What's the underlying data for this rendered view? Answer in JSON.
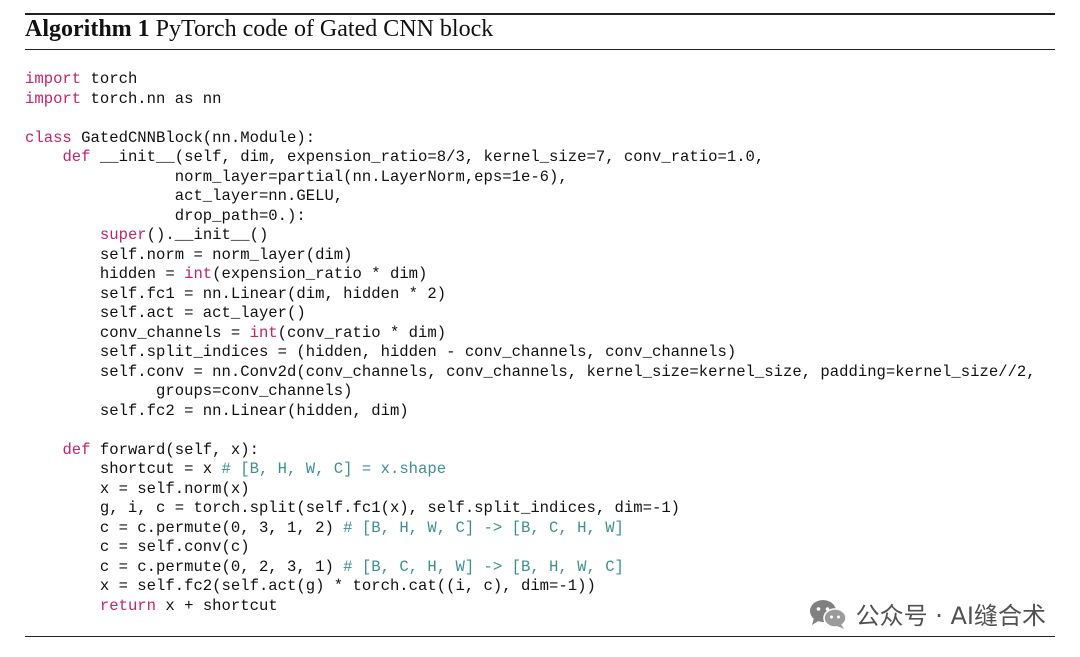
{
  "algorithm": {
    "label": "Algorithm 1",
    "title": "PyTorch code of Gated CNN block"
  },
  "code_lines": [
    [
      {
        "t": "import",
        "k": "kw"
      },
      {
        "t": " torch"
      }
    ],
    [
      {
        "t": "import",
        "k": "kw"
      },
      {
        "t": " torch.nn as nn"
      }
    ],
    [],
    [
      {
        "t": "class",
        "k": "kw"
      },
      {
        "t": " GatedCNNBlock(nn.Module):"
      }
    ],
    [
      {
        "t": "    "
      },
      {
        "t": "def",
        "k": "kw"
      },
      {
        "t": " __init__(self, dim, expension_ratio=8/3, kernel_size=7, conv_ratio=1.0,"
      }
    ],
    [
      {
        "t": "                norm_layer=partial(nn.LayerNorm,eps=1e-6),"
      }
    ],
    [
      {
        "t": "                act_layer=nn.GELU,"
      }
    ],
    [
      {
        "t": "                drop_path=0.):"
      }
    ],
    [
      {
        "t": "        "
      },
      {
        "t": "super",
        "k": "kw"
      },
      {
        "t": "().__init__()"
      }
    ],
    [
      {
        "t": "        self.norm = norm_layer(dim)"
      }
    ],
    [
      {
        "t": "        hidden = "
      },
      {
        "t": "int",
        "k": "kw"
      },
      {
        "t": "(expension_ratio * dim)"
      }
    ],
    [
      {
        "t": "        self.fc1 = nn.Linear(dim, hidden * 2)"
      }
    ],
    [
      {
        "t": "        self.act = act_layer()"
      }
    ],
    [
      {
        "t": "        conv_channels = "
      },
      {
        "t": "int",
        "k": "kw"
      },
      {
        "t": "(conv_ratio * dim)"
      }
    ],
    [
      {
        "t": "        self.split_indices = (hidden, hidden - conv_channels, conv_channels)"
      }
    ],
    [
      {
        "t": "        self.conv = nn.Conv2d(conv_channels, conv_channels, kernel_size=kernel_size, padding=kernel_size//2,"
      }
    ],
    [
      {
        "t": "              groups=conv_channels)"
      }
    ],
    [
      {
        "t": "        self.fc2 = nn.Linear(hidden, dim)"
      }
    ],
    [],
    [
      {
        "t": "    "
      },
      {
        "t": "def",
        "k": "kw"
      },
      {
        "t": " forward(self, x):"
      }
    ],
    [
      {
        "t": "        shortcut = x "
      },
      {
        "t": "# [B, H, W, C] = x.shape",
        "k": "cm"
      }
    ],
    [
      {
        "t": "        x = self.norm(x)"
      }
    ],
    [
      {
        "t": "        g, i, c = torch.split(self.fc1(x), self.split_indices, dim=-1)"
      }
    ],
    [
      {
        "t": "        c = c.permute(0, 3, 1, 2) "
      },
      {
        "t": "# [B, H, W, C] -> [B, C, H, W]",
        "k": "cm"
      }
    ],
    [
      {
        "t": "        c = self.conv(c)"
      }
    ],
    [
      {
        "t": "        c = c.permute(0, 2, 3, 1) "
      },
      {
        "t": "# [B, C, H, W] -> [B, H, W, C]",
        "k": "cm"
      }
    ],
    [
      {
        "t": "        x = self.fc2(self.act(g) * torch.cat((i, c), dim=-1))"
      }
    ],
    [
      {
        "t": "        "
      },
      {
        "t": "return",
        "k": "kw"
      },
      {
        "t": " x + shortcut"
      }
    ]
  ],
  "watermark": {
    "text": "公众号 · AI缝合术",
    "icon": "wechat-icon"
  },
  "colors": {
    "keyword": "#c4226b",
    "comment": "#3f8f8f",
    "text": "#111111"
  }
}
